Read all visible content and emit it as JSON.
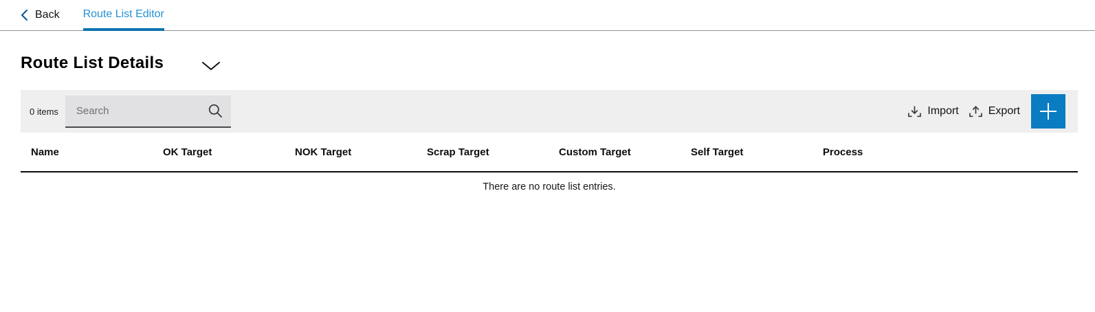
{
  "nav": {
    "back_label": "Back",
    "tab_label": "Route List Editor"
  },
  "page": {
    "title": "Route List Details"
  },
  "toolbar": {
    "items_count": "0 items",
    "search": {
      "placeholder": "Search",
      "value": ""
    },
    "import_label": "Import",
    "export_label": "Export"
  },
  "table": {
    "columns": [
      "Name",
      "OK Target",
      "NOK Target",
      "Scrap Target",
      "Custom Target",
      "Self Target",
      "Process"
    ],
    "rows": [],
    "empty_message": "There are no route list entries."
  },
  "icons": {
    "back": "chevron-left-icon",
    "title_collapse": "chevron-down-icon",
    "search": "magnifier-icon",
    "import": "download-icon",
    "export": "upload-icon",
    "add": "plus-icon"
  },
  "colors": {
    "accent_blue": "#0a7cc2",
    "tab_text": "#2392d2",
    "tab_underline": "#0c73b1",
    "back_chevron": "#005691",
    "toolbar_bg": "#efeff0",
    "search_bg": "#e1e1e4",
    "nav_border": "#8f959a",
    "header_border": "#0a0a0a"
  }
}
